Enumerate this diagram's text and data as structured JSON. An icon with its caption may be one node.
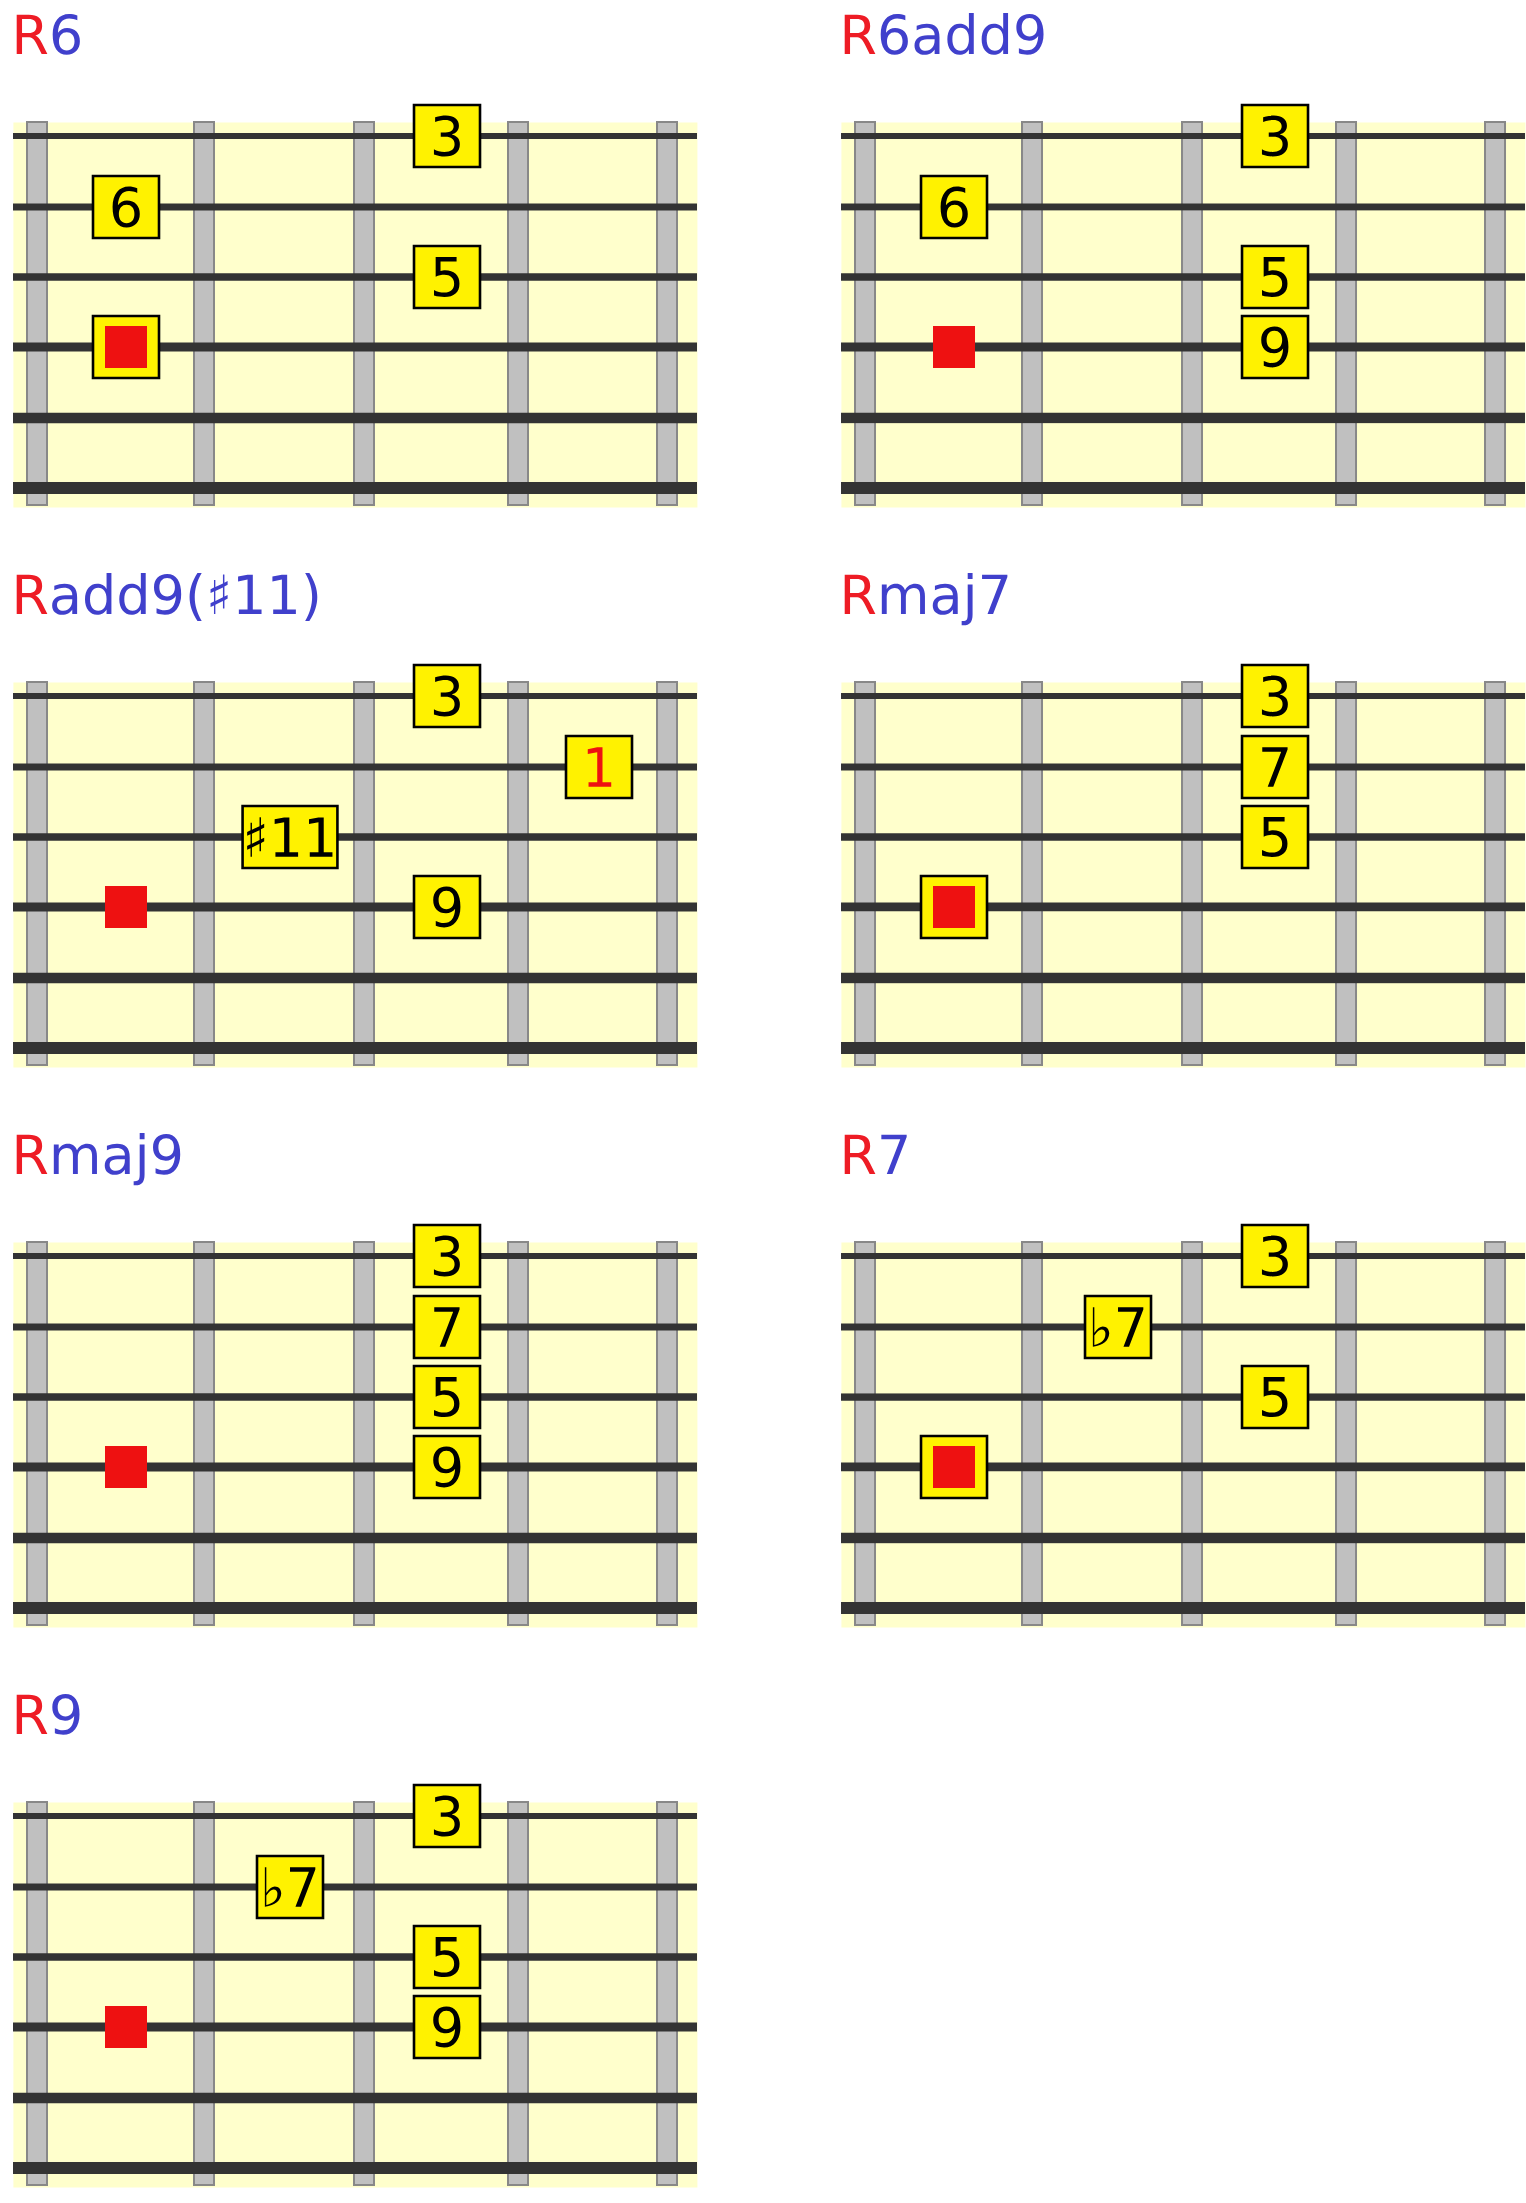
{
  "diagram": {
    "nodes": [
      {
        "text": [
          "R",
          "6"
        ]
      },
      {
        "text": [
          "3"
        ],
        "in": 0
      },
      {
        "text": [
          "6"
        ],
        "in": 0
      },
      {
        "text": [
          "5"
        ],
        "in": 0
      },
      {
        "text": [],
        "shape": "box",
        "in": 0
      },
      {
        "text": [
          "R",
          "6add9"
        ]
      },
      {
        "text": [
          "3"
        ],
        "in": 5
      },
      {
        "text": [
          "6"
        ],
        "in": 5
      },
      {
        "text": [
          "5"
        ],
        "in": 5
      },
      {
        "text": [],
        "shape": "square",
        "in": 5
      },
      {
        "text": [
          "9"
        ],
        "in": 5
      },
      {
        "text": [
          "R",
          "add9(♯11)"
        ]
      },
      {
        "text": [
          "3"
        ],
        "in": 11
      },
      {
        "text": [
          "1"
        ],
        "in": 11
      },
      {
        "text": [
          "♯11"
        ],
        "in": 11
      },
      {
        "text": [],
        "shape": "square",
        "in": 11
      },
      {
        "text": [
          "9"
        ],
        "in": 11
      },
      {
        "text": [
          "R",
          "maj7"
        ]
      },
      {
        "text": [
          "3"
        ],
        "in": 17
      },
      {
        "text": [
          "7"
        ],
        "in": 17
      },
      {
        "text": [
          "5"
        ],
        "in": 17
      },
      {
        "text": [],
        "shape": "box",
        "in": 17
      },
      {
        "text": [
          "R",
          "maj9"
        ]
      },
      {
        "text": [
          "3"
        ],
        "in": 22
      },
      {
        "text": [
          "7"
        ],
        "in": 22
      },
      {
        "text": [
          "5"
        ],
        "in": 22
      },
      {
        "text": [],
        "shape": "square",
        "in": 22
      },
      {
        "text": [
          "9"
        ],
        "in": 22
      },
      {
        "text": [
          "R",
          "7"
        ]
      },
      {
        "text": [
          "3"
        ],
        "in": 28
      },
      {
        "text": [
          "♭7"
        ],
        "in": 28
      },
      {
        "text": [
          "5"
        ],
        "in": 28
      },
      {
        "text": [],
        "shape": "box",
        "in": 28
      },
      {
        "text": [
          "R",
          "9"
        ]
      },
      {
        "text": [
          "3"
        ],
        "in": 33
      },
      {
        "text": [
          "♭7"
        ],
        "in": 33
      },
      {
        "text": [
          "5"
        ],
        "in": 33
      },
      {
        "text": [],
        "shape": "square",
        "in": 33
      },
      {
        "text": [
          "9"
        ],
        "in": 33
      }
    ]
  }
}
